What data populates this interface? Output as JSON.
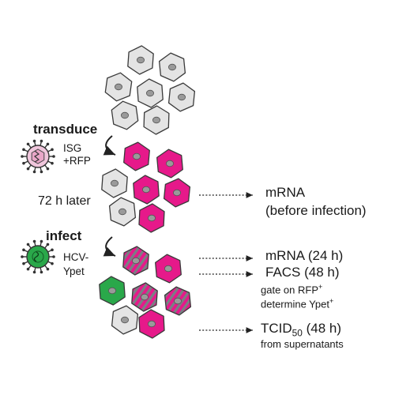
{
  "steps": {
    "transduce": {
      "title": "transduce",
      "line1": "ISG",
      "line2": "+RFP"
    },
    "wait": "72 h later",
    "infect": {
      "title": "infect",
      "line1": "HCV-",
      "line2": "Ypet"
    }
  },
  "outputs": {
    "mrna_before": {
      "line1": "mRNA",
      "line2": "(before infection)"
    },
    "mrna_24": "mRNA (24 h)",
    "facs": {
      "main": "FACS (48 h)",
      "gate": "gate on RFP",
      "gate_sup": "+",
      "determine": "determine Ypet",
      "determine_sup": "+"
    },
    "tcid": {
      "prefix": "TCID",
      "sub": "50",
      "suffix": " (48 h)",
      "note": "from supernatants"
    }
  },
  "colors": {
    "untransduced": "#e4e4e4",
    "rfp": "#e6198a",
    "ypet": "#2aa84a",
    "stripe": "#7a7f84",
    "nucleus": "#9a9a9a",
    "outline": "#3a3a3a"
  }
}
